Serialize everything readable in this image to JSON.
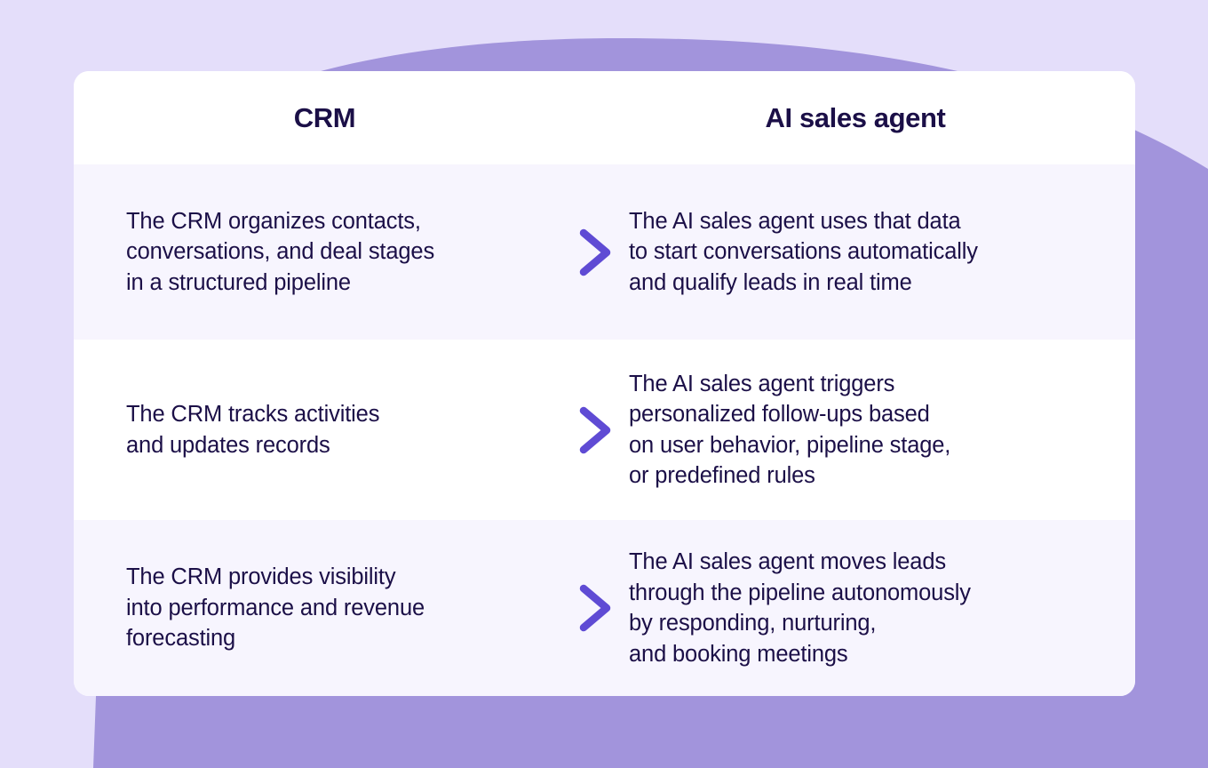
{
  "page": {
    "background_color": "#E4DEFA",
    "blob_color": "#A294DC",
    "card_background": "#FFFFFF",
    "row_shaded_color": "#F7F5FE",
    "text_color": "#1B0F47",
    "accent_color": "#5F4BD4"
  },
  "table": {
    "headers": {
      "left": "CRM",
      "right": "AI sales agent"
    },
    "rows": [
      {
        "left": "The CRM organizes contacts,\nconversations, and deal stages\nin a structured pipeline",
        "icon": "chevron-right-icon",
        "right": "The AI sales agent uses that data\nto start conversations automatically\nand qualify leads in real time"
      },
      {
        "left": "The CRM tracks activities\nand updates records",
        "icon": "chevron-right-icon",
        "right": "The AI sales agent triggers\npersonalized follow-ups based\non user behavior, pipeline stage,\nor predefined rules"
      },
      {
        "left": "The CRM provides visibility\ninto performance and revenue\nforecasting",
        "icon": "chevron-right-icon",
        "right": "The AI sales agent moves leads\nthrough the pipeline autonomously\nby responding, nurturing,\nand booking meetings"
      }
    ]
  }
}
